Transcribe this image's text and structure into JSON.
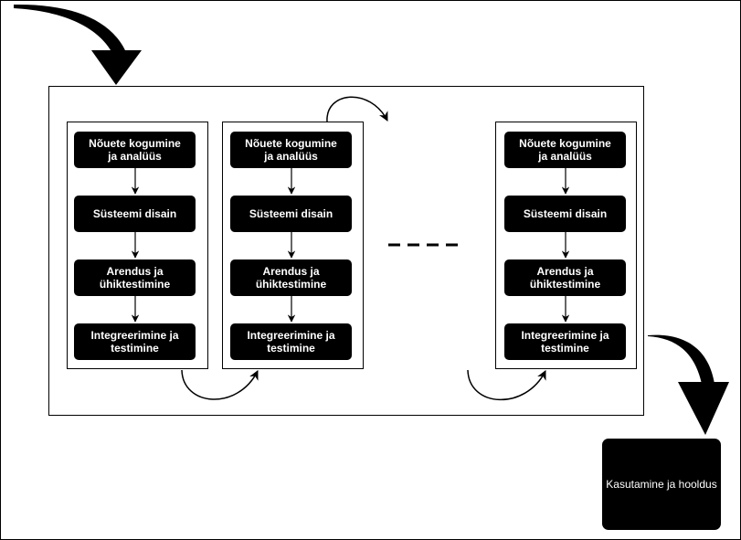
{
  "diagram": {
    "iterations": [
      {
        "steps": [
          "Nõuete kogumine\nja analüüs",
          "Süsteemi disain",
          "Arendus ja\nühiktestimine",
          "Integreerimine ja\ntestimine"
        ]
      },
      {
        "steps": [
          "Nõuete kogumine\nja analüüs",
          "Süsteemi disain",
          "Arendus ja\nühiktestimine",
          "Integreerimine ja\ntestimine"
        ]
      },
      {
        "steps": [
          "Nõuete kogumine\nja analüüs",
          "Süsteemi disain",
          "Arendus ja\nühiktestimine",
          "Integreerimine ja\ntestimine"
        ]
      }
    ],
    "final_step": "Kasutamine ja hooldus"
  }
}
